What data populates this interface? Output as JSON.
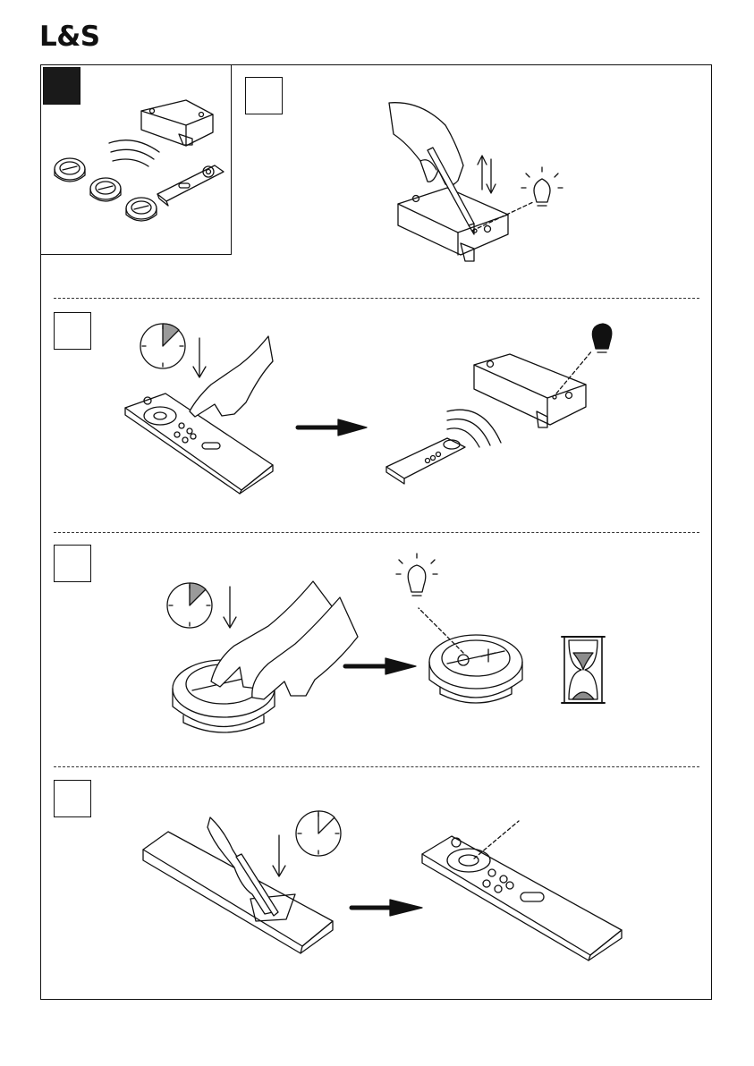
{
  "brand": {
    "logo_text": "L&S"
  },
  "steps": [
    {
      "id": "overview",
      "style": "filled",
      "label": ""
    },
    {
      "id": "step-1",
      "style": "outline",
      "label": ""
    },
    {
      "id": "step-2",
      "style": "outline",
      "label": ""
    },
    {
      "id": "step-3",
      "style": "outline",
      "label": ""
    },
    {
      "id": "step-4",
      "style": "outline",
      "label": ""
    }
  ],
  "icons": [
    "hand-icon",
    "pen-icon",
    "lightbulb-icon",
    "timer-icon",
    "arrow-right-icon",
    "remote-control-icon",
    "controller-box-icon",
    "touch-dimmer-icon",
    "hourglass-icon",
    "radio-waves-icon",
    "up-down-arrows-icon",
    "down-arrow-icon"
  ],
  "colors": {
    "line": "#111111",
    "timer_wedge": "#9a9a9a",
    "hourglass_sand": "#8c8c8c"
  }
}
